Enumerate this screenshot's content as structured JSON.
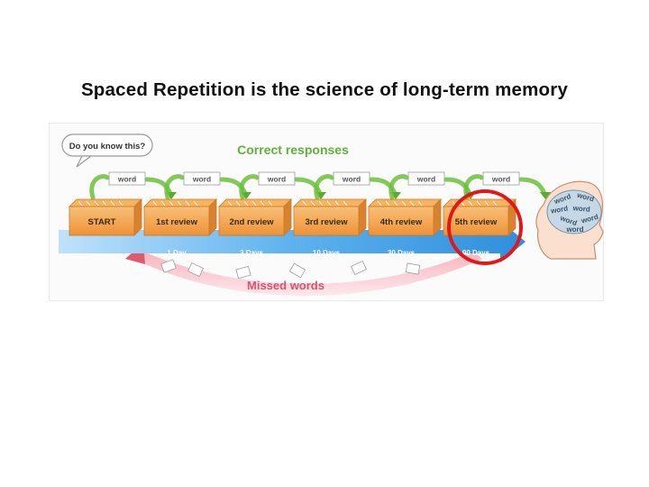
{
  "slide": {
    "title": "Spaced Repetition is the science of long-term memory"
  },
  "diagram": {
    "speech_bubble": "Do you know this?",
    "correct_label": "Correct responses",
    "missed_label": "Missed words",
    "word_label": "word",
    "brain_words": [
      "word",
      "word",
      "word",
      "word",
      "word",
      "word",
      "word"
    ],
    "boxes": [
      {
        "label": "START",
        "interval": ""
      },
      {
        "label": "1st review",
        "interval": "1 Day"
      },
      {
        "label": "2nd review",
        "interval": "3 Days"
      },
      {
        "label": "3rd review",
        "interval": "10 Days"
      },
      {
        "label": "4th review",
        "interval": "30 Days"
      },
      {
        "label": "5th review",
        "interval": "90 Days"
      }
    ],
    "colors": {
      "box_orange": "#f5a54a",
      "arrow_blue": "#4aa3e6",
      "correct_green": "#6cbf3c",
      "missed_red": "#e05a6e",
      "highlight_red": "#e01818",
      "title_green": "#5fb13a"
    }
  }
}
